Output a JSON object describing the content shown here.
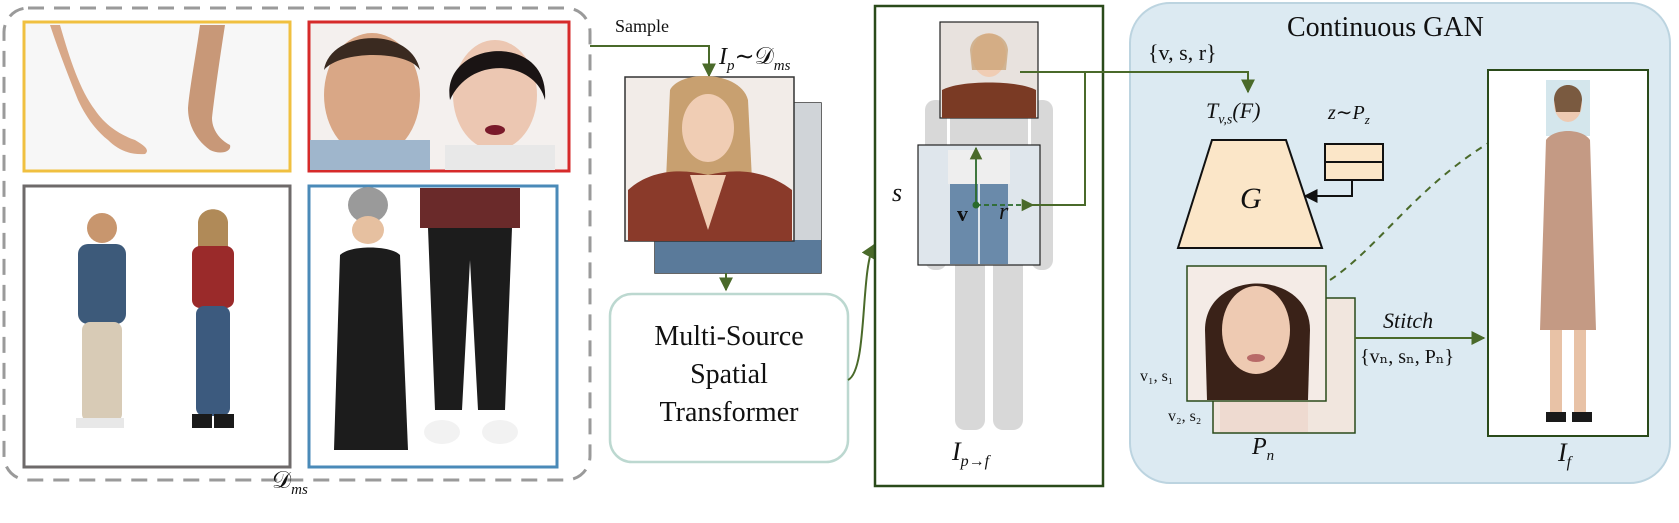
{
  "labels": {
    "dataset_symbol": "𝒟",
    "dataset_sub": "ms",
    "sample": "Sample",
    "ip_main": "I",
    "ip_sub": "p",
    "ip_rest": "∼𝒟",
    "ip_rest_sub": "ms",
    "mst_line1": "Multi-Source",
    "mst_line2": "Spatial",
    "mst_line3": "Transformer",
    "s_label": "s",
    "v_label": "v",
    "r_label": "r",
    "ipf_main": "I",
    "ipf_sub": "p→f",
    "gan_title": "Continuous GAN",
    "vsr_label": "{v, s, r}",
    "tvs_main": "T",
    "tvs_sub": "v,s",
    "tvs_rest": "(F)",
    "z_label": "z∼P",
    "z_sub": "z",
    "g_label": "G",
    "pn_main": "P",
    "pn_sub": "n",
    "v1s1": "v₁, s₁",
    "v2s2": "v₂, s₂",
    "stitch_label": "Stitch",
    "stitch_set": "{vₙ, sₙ, Pₙ}",
    "if_main": "I",
    "if_sub": "f"
  },
  "colors": {
    "arrow_green": "#4a6a2a",
    "border_yellow": "#f0c040",
    "border_red": "#d62a2a",
    "border_gray": "#6e6a6a",
    "border_blue": "#4a8ab8",
    "dash_gray": "#9a9a9a",
    "mst_border": "#bcd8d0",
    "gan_bg": "#dceaf2",
    "gan_border": "#bcd4e0",
    "generator_fill": "#fbe6c8",
    "skin": "#e6b896",
    "hair_dark": "#2a1e1a",
    "shirt_plaid": "#8a3a2a",
    "jeans": "#5a7a9a",
    "dress": "#c49a84"
  },
  "icons": {
    "hands_image": "hands-photo",
    "faces_image": "faces-photo",
    "people_image": "full-body-people-photo",
    "clothes_image": "clothing-parts-photo",
    "sample_image": "woman-portrait-photo",
    "face_patch": "woman-face-photo"
  }
}
